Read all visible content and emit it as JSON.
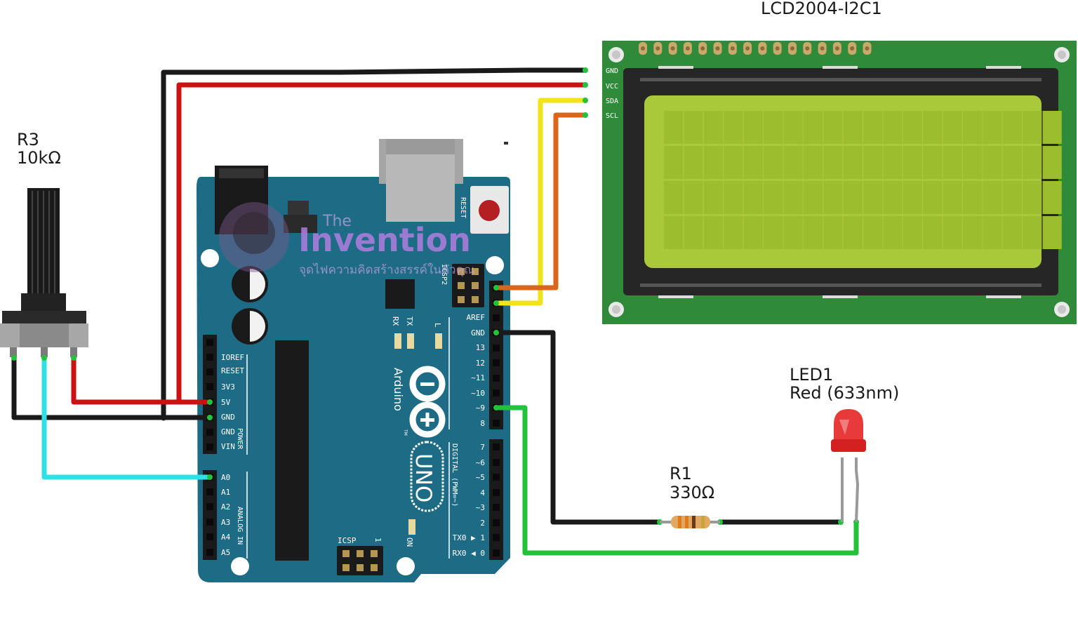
{
  "labels": {
    "lcd_title": "LCD2004-I2C1",
    "pot_name": "R3",
    "pot_value": "10kΩ",
    "led_name": "LED1",
    "led_value": "Red (633nm)",
    "res_name": "R1",
    "res_value": "330Ω"
  },
  "lcd_pins": [
    "GND",
    "VCC",
    "SDA",
    "SCL"
  ],
  "arduino": {
    "brand": "Arduino",
    "model": "UNO",
    "tm": "TM",
    "reset_label": "RESET",
    "icsp2_label": "ICSP2",
    "icsp_label": "ICSP",
    "icsp_one": "1",
    "on_label": "ON",
    "l_label": "L",
    "tx_label": "TX",
    "rx_label": "RX",
    "power_label": "POWER",
    "analog_label": "ANALOG IN",
    "digital_label": "DIGITAL (PWM=~)",
    "power_pins": [
      "IOREF",
      "RESET",
      "3V3",
      "5V",
      "GND",
      "GND",
      "VIN"
    ],
    "analog_pins": [
      "A0",
      "A1",
      "A2",
      "A3",
      "A4",
      "A5"
    ],
    "digital_upper": [
      "AREF",
      "GND",
      "13",
      "12",
      "~11",
      "~10",
      "~9",
      "8"
    ],
    "digital_lower": [
      "7",
      "~6",
      "~5",
      "4",
      "~3",
      "2",
      "TX0 ▶ 1",
      "RX0 ◀ 0"
    ]
  },
  "watermark": {
    "title": "Invention",
    "prefix": "The",
    "subtitle": "จุดไฟความคิดสร้างสรรค์ในตัวคุณ"
  },
  "colors": {
    "board": "#1e6b86",
    "lcd_pcb": "#2f8a3a",
    "lcd_screen": "#a9c83a",
    "wire_black": "#1a1a1a",
    "wire_red": "#cc1111",
    "wire_yellow": "#f2e21a",
    "wire_orange": "#d9661a",
    "wire_green": "#22c23a",
    "wire_cyan": "#2fe0e6"
  }
}
